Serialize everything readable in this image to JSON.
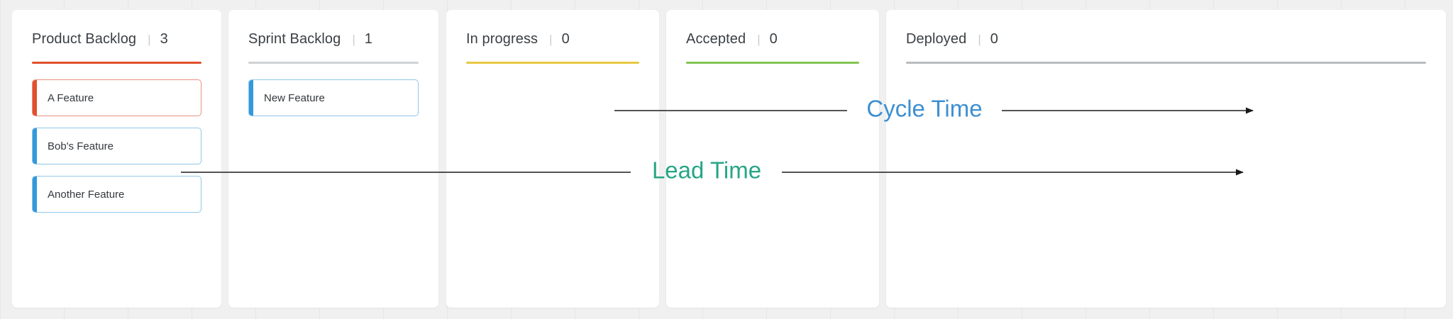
{
  "board": {
    "background_color": "#f0f0f1",
    "columns": [
      {
        "id": "product-backlog",
        "title": "Product Backlog",
        "separator": "|",
        "count": "3",
        "rule_color": "#e0502e",
        "cards": [
          {
            "title": "A Feature",
            "accent_color": "#e0502e",
            "border_color": "#e9927c"
          },
          {
            "title": "Bob's Feature",
            "accent_color": "#3498db",
            "border_color": "#8fc8e8"
          },
          {
            "title": "Another Feature",
            "accent_color": "#3498db",
            "border_color": "#8fc8e8"
          }
        ]
      },
      {
        "id": "sprint-backlog",
        "title": "Sprint Backlog",
        "separator": "|",
        "count": "1",
        "rule_color": "#cfd2d5",
        "cards": [
          {
            "title": "New Feature",
            "accent_color": "#3498db",
            "border_color": "#8fc8e8"
          }
        ]
      },
      {
        "id": "in-progress",
        "title": "In progress",
        "separator": "|",
        "count": "0",
        "rule_color": "#e8c842",
        "cards": []
      },
      {
        "id": "accepted",
        "title": "Accepted",
        "separator": "|",
        "count": "0",
        "rule_color": "#80c551",
        "cards": []
      },
      {
        "id": "deployed",
        "title": "Deployed",
        "separator": "|",
        "count": "0",
        "rule_color": "#b9bcbf",
        "cards": []
      }
    ]
  },
  "annotations": [
    {
      "id": "cycle-time",
      "label": "Cycle Time",
      "color": "#3d8fd1",
      "line_color": "#3c3c3c",
      "arrow": "right"
    },
    {
      "id": "lead-time",
      "label": "Lead Time",
      "color": "#27a586",
      "line_color": "#3c3c3c",
      "arrow": "right"
    }
  ]
}
